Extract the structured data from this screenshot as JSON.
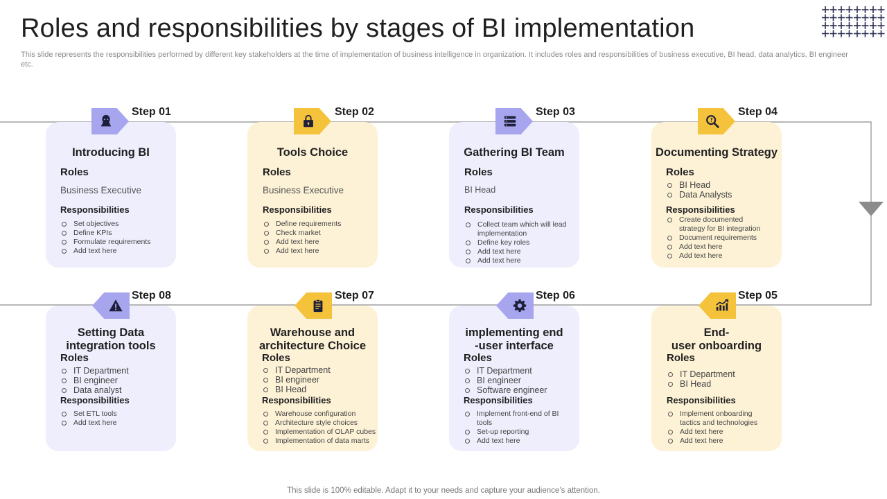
{
  "page": {
    "title": "Roles and responsibilities by stages of BI implementation",
    "subtitle": "This slide represents the responsibilities performed by different key stakeholders at the time of implementation of business intelligence in organization. It includes roles and responsibilities of business executive, BI head, data analytics, BI engineer etc.",
    "footer": "This slide is 100% editable. Adapt it to your needs and capture your audience’s attention."
  },
  "colors": {
    "purple_card": "#eeeefd",
    "yellow_card": "#fdf2d6",
    "purple_accent": "#a7a5ee",
    "yellow_accent": "#f5c33b",
    "connector": "#8c8c8c"
  },
  "steps": [
    {
      "step": "Step 01",
      "title": "Introducing BI",
      "icon": "hacker-icon",
      "roles_label": "Roles",
      "roles_text": "Business Executive",
      "responsibilities_label": "Responsibilities",
      "responsibilities": [
        "Set objectives",
        "Define KPIs",
        "Formulate requirements",
        "Add text here"
      ]
    },
    {
      "step": "Step 02",
      "title": "Tools Choice",
      "icon": "lock-icon",
      "roles_label": "Roles",
      "roles_text": "Business Executive",
      "responsibilities_label": "Responsibilities",
      "responsibilities": [
        "Define requirements",
        "Check market",
        "Add text here",
        "Add text here"
      ]
    },
    {
      "step": "Step 03",
      "title": "Gathering BI Team",
      "icon": "server-icon",
      "roles_label": "Roles",
      "roles_text": "BI Head",
      "responsibilities_label": "Responsibilities",
      "responsibilities": [
        "Collect team which will lead implementation",
        "Define key roles",
        "Add text here",
        "Add text here"
      ]
    },
    {
      "step": "Step 04",
      "title": "Documenting Strategy",
      "icon": "magnifier-icon",
      "roles_label": "Roles",
      "roles": [
        "BI Head",
        "Data Analysts"
      ],
      "responsibilities_label": "Responsibilities",
      "responsibilities": [
        "Create documented strategy for BI integration",
        "Document requirements",
        "Add text here",
        "Add text here"
      ]
    },
    {
      "step": "Step 05",
      "title": "End-\nuser onboarding",
      "icon": "growth-chart-icon",
      "roles_label": "Roles",
      "roles": [
        "IT Department",
        "BI Head"
      ],
      "responsibilities_label": "Responsibilities",
      "responsibilities": [
        "Implement onboarding tactics and technologies",
        "Add text here",
        "Add text here"
      ]
    },
    {
      "step": "Step 06",
      "title": "implementing end\n-user interface",
      "icon": "gear-icon",
      "roles_label": "Roles",
      "roles": [
        "IT Department",
        "BI engineer",
        "Software engineer"
      ],
      "responsibilities_label": "Responsibilities",
      "responsibilities": [
        "Implement front-end of BI tools",
        "Set-up reporting",
        "Add text here"
      ]
    },
    {
      "step": "Step 07",
      "title": "Warehouse and\narchitecture Choice",
      "icon": "clipboard-icon",
      "roles_label": "Roles",
      "roles": [
        "IT Department",
        "BI engineer",
        "BI Head"
      ],
      "responsibilities_label": "Responsibilities",
      "responsibilities": [
        "Warehouse configuration",
        "Architecture style choices",
        "Implementation of OLAP cubes",
        "Implementation of data marts"
      ]
    },
    {
      "step": "Step 08",
      "title": "Setting Data\nintegration tools",
      "icon": "warning-icon",
      "roles_label": "Roles",
      "roles": [
        "IT Department",
        "BI engineer",
        "Data analyst"
      ],
      "responsibilities_label": "Responsibilities",
      "responsibilities": [
        "Set ETL tools",
        "Add text here"
      ]
    }
  ]
}
